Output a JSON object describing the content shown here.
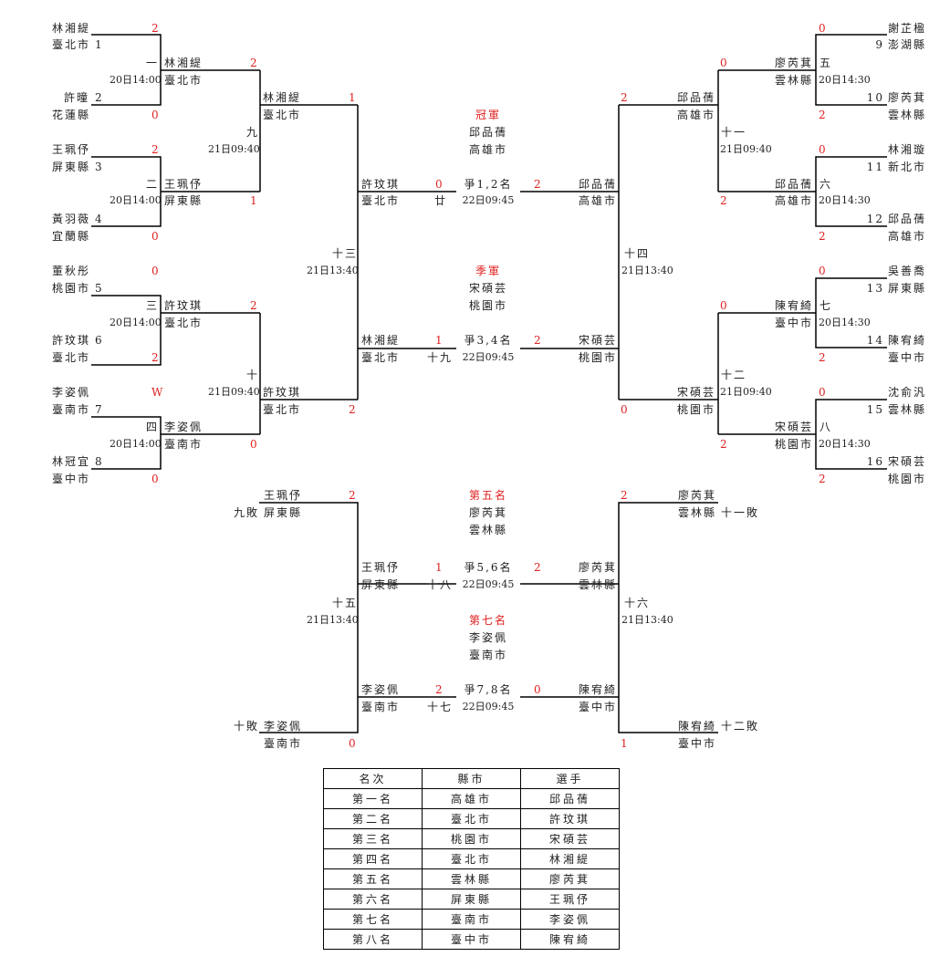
{
  "left_bracket": {
    "r1": [
      {
        "match": "一",
        "time": "20日14:00",
        "top": {
          "seed": "1",
          "name": "林湘緹",
          "city": "臺北市",
          "score": "2"
        },
        "bottom": {
          "seed": "2",
          "name": "許曈",
          "city": "花蓮縣",
          "score": "0"
        }
      },
      {
        "match": "二",
        "time": "20日14:00",
        "top": {
          "seed": "3",
          "name": "王珮伃",
          "city": "屏東縣",
          "score": "2"
        },
        "bottom": {
          "seed": "4",
          "name": "黃羽薇",
          "city": "宜蘭縣",
          "score": "0"
        }
      },
      {
        "match": "三",
        "time": "20日14:00",
        "top": {
          "seed": "5",
          "name": "董秋彤",
          "city": "桃園市",
          "score": "0"
        },
        "bottom": {
          "seed": "6",
          "name": "許玟琪",
          "city": "臺北市",
          "score": "2"
        }
      },
      {
        "match": "四",
        "time": "20日14:00",
        "top": {
          "seed": "7",
          "name": "李姿佩",
          "city": "臺南市",
          "score": "W"
        },
        "bottom": {
          "seed": "8",
          "name": "林冠宜",
          "city": "臺中市",
          "score": "0"
        }
      }
    ],
    "r2": [
      {
        "match": "九",
        "time": "21日09:40",
        "top": {
          "name": "林湘緹",
          "city": "臺北市",
          "score": "2"
        },
        "bottom": {
          "name": "王珮伃",
          "city": "屏東縣",
          "score": "1"
        }
      },
      {
        "match": "十",
        "time": "21日09:40",
        "top": {
          "name": "許玟琪",
          "city": "臺北市",
          "score": "2"
        },
        "bottom": {
          "name": "李姿佩",
          "city": "臺南市",
          "score": "0"
        }
      }
    ],
    "r3": {
      "match": "十三",
      "time": "21日13:40",
      "top": {
        "name": "林湘緹",
        "city": "臺北市",
        "score": "1"
      },
      "bottom": {
        "name": "許玟琪",
        "city": "臺北市",
        "score": "2"
      }
    }
  },
  "right_bracket": {
    "r1": [
      {
        "match": "五",
        "time": "20日14:30",
        "top": {
          "seed": "9",
          "name": "謝芷楹",
          "city": "澎湖縣",
          "score": "0"
        },
        "bottom": {
          "seed": "10",
          "name": "廖芮萁",
          "city": "雲林縣",
          "score": "2"
        }
      },
      {
        "match": "六",
        "time": "20日14:30",
        "top": {
          "seed": "11",
          "name": "林湘璇",
          "city": "新北市",
          "score": "0"
        },
        "bottom": {
          "seed": "12",
          "name": "邱品蒨",
          "city": "高雄市",
          "score": "2"
        }
      },
      {
        "match": "七",
        "time": "20日14:30",
        "top": {
          "seed": "13",
          "name": "吳善喬",
          "city": "屏東縣",
          "score": "0"
        },
        "bottom": {
          "seed": "14",
          "name": "陳宥綺",
          "city": "臺中市",
          "score": "2"
        }
      },
      {
        "match": "八",
        "time": "20日14:30",
        "top": {
          "seed": "15",
          "name": "沈俞汎",
          "city": "雲林縣",
          "score": "0"
        },
        "bottom": {
          "seed": "16",
          "name": "宋碩芸",
          "city": "桃園市",
          "score": "2"
        }
      }
    ],
    "r2": [
      {
        "match": "十一",
        "time": "21日09:40",
        "top": {
          "name": "廖芮萁",
          "city": "雲林縣",
          "score": "0"
        },
        "bottom": {
          "name": "邱品蒨",
          "city": "高雄市",
          "score": "2"
        }
      },
      {
        "match": "十二",
        "time": "21日09:40",
        "top": {
          "name": "陳宥綺",
          "city": "臺中市",
          "score": "0"
        },
        "bottom": {
          "name": "宋碩芸",
          "city": "桃園市",
          "score": "2"
        }
      }
    ],
    "r3": {
      "match": "十四",
      "time": "21日13:40",
      "top": {
        "name": "邱品蒨",
        "city": "高雄市",
        "score": "2"
      },
      "bottom": {
        "name": "宋碩芸",
        "city": "桃園市",
        "score": "0"
      }
    }
  },
  "finals": {
    "final12": {
      "match": "廿",
      "label": "爭1,2名",
      "time": "22日09:45",
      "left": {
        "name": "許玟琪",
        "city": "臺北市",
        "score": "0"
      },
      "right": {
        "name": "邱品蒨",
        "city": "高雄市",
        "score": "2"
      }
    },
    "final34": {
      "match": "十九",
      "label": "爭3,4名",
      "time": "22日09:45",
      "left": {
        "name": "林湘緹",
        "city": "臺北市",
        "score": "1"
      },
      "right": {
        "name": "宋碩芸",
        "city": "桃園市",
        "score": "2"
      }
    },
    "champion": {
      "title": "冠軍",
      "name": "邱品蒨",
      "city": "高雄市"
    },
    "third": {
      "title": "季軍",
      "name": "宋碩芸",
      "city": "桃園市"
    }
  },
  "consolation": {
    "left": {
      "match": "十五",
      "time": "21日13:40",
      "top": {
        "from": "九敗",
        "name": "王珮伃",
        "city": "屏東縣",
        "score": "2"
      },
      "bottom": {
        "from": "十敗",
        "name": "李姿佩",
        "city": "臺南市",
        "score": "0"
      }
    },
    "right": {
      "match": "十六",
      "time": "21日13:40",
      "top": {
        "from": "十一敗",
        "name": "廖芮萁",
        "city": "雲林縣",
        "score": "2"
      },
      "bottom": {
        "from": "十二敗",
        "name": "陳宥綺",
        "city": "臺中市",
        "score": "1"
      }
    },
    "final56": {
      "match": "十八",
      "label": "爭5,6名",
      "time": "22日09:45",
      "left": {
        "name": "王珮伃",
        "city": "屏東縣",
        "score": "1"
      },
      "right": {
        "name": "廖芮萁",
        "city": "雲林縣",
        "score": "2"
      }
    },
    "final78": {
      "match": "十七",
      "label": "爭7,8名",
      "time": "22日09:45",
      "left": {
        "name": "李姿佩",
        "city": "臺南市",
        "score": "2"
      },
      "right": {
        "name": "陳宥綺",
        "city": "臺中市",
        "score": "0"
      }
    },
    "fifth": {
      "title": "第五名",
      "name": "廖芮萁",
      "city": "雲林縣"
    },
    "seventh": {
      "title": "第七名",
      "name": "李姿佩",
      "city": "臺南市"
    }
  },
  "ranking_table": {
    "headers": [
      "名次",
      "縣市",
      "選手"
    ],
    "rows": [
      [
        "第一名",
        "高雄市",
        "邱品蒨"
      ],
      [
        "第二名",
        "臺北市",
        "許玟琪"
      ],
      [
        "第三名",
        "桃園市",
        "宋碩芸"
      ],
      [
        "第四名",
        "臺北市",
        "林湘緹"
      ],
      [
        "第五名",
        "雲林縣",
        "廖芮萁"
      ],
      [
        "第六名",
        "屏東縣",
        "王珮伃"
      ],
      [
        "第七名",
        "臺南市",
        "李姿佩"
      ],
      [
        "第八名",
        "臺中市",
        "陳宥綺"
      ]
    ]
  },
  "colors": {
    "score": "#e02020",
    "title": "#e02020",
    "line": "#000000",
    "text": "#222222"
  }
}
